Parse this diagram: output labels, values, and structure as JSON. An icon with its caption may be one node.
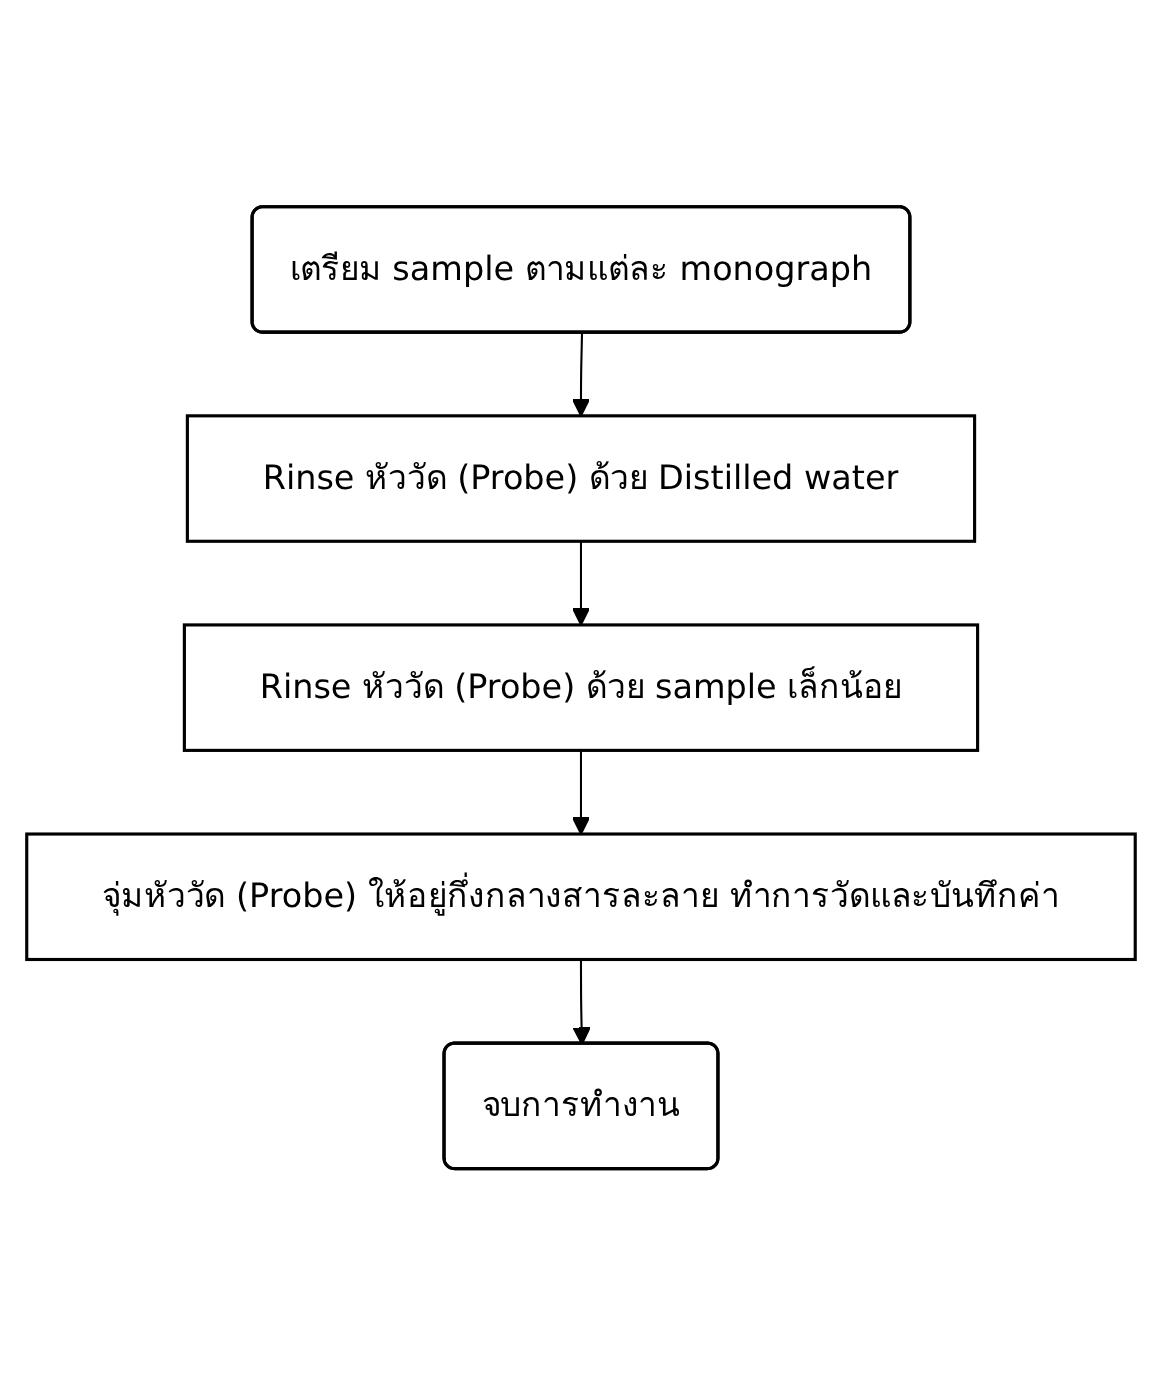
{
  "diagram": {
    "nodes": [
      {
        "text": [
          "เตรียม sample ตามแต่ละ monograph"
        ]
      },
      {
        "text": [
          "Rinse หัววัด (Probe) ด้วย Distilled water"
        ]
      },
      {
        "text": [
          "Rinse หัววัด (Probe) ด้วย sample เล็กน้อย"
        ]
      },
      {
        "text": [
          "จุ่มหัววัด (Probe) ให้อยู่กึ่งกลางสารละลาย ทำการวัดและบันทึกค่า"
        ]
      },
      {
        "text": [
          "จบการทำงาน"
        ]
      }
    ],
    "edges": [
      {
        "from": 0,
        "to": 1,
        "arrow": "to"
      },
      {
        "from": 1,
        "to": 2,
        "arrow": "to"
      },
      {
        "from": 2,
        "to": 3,
        "arrow": "to"
      },
      {
        "from": 3,
        "to": 4,
        "arrow": "to"
      }
    ]
  }
}
